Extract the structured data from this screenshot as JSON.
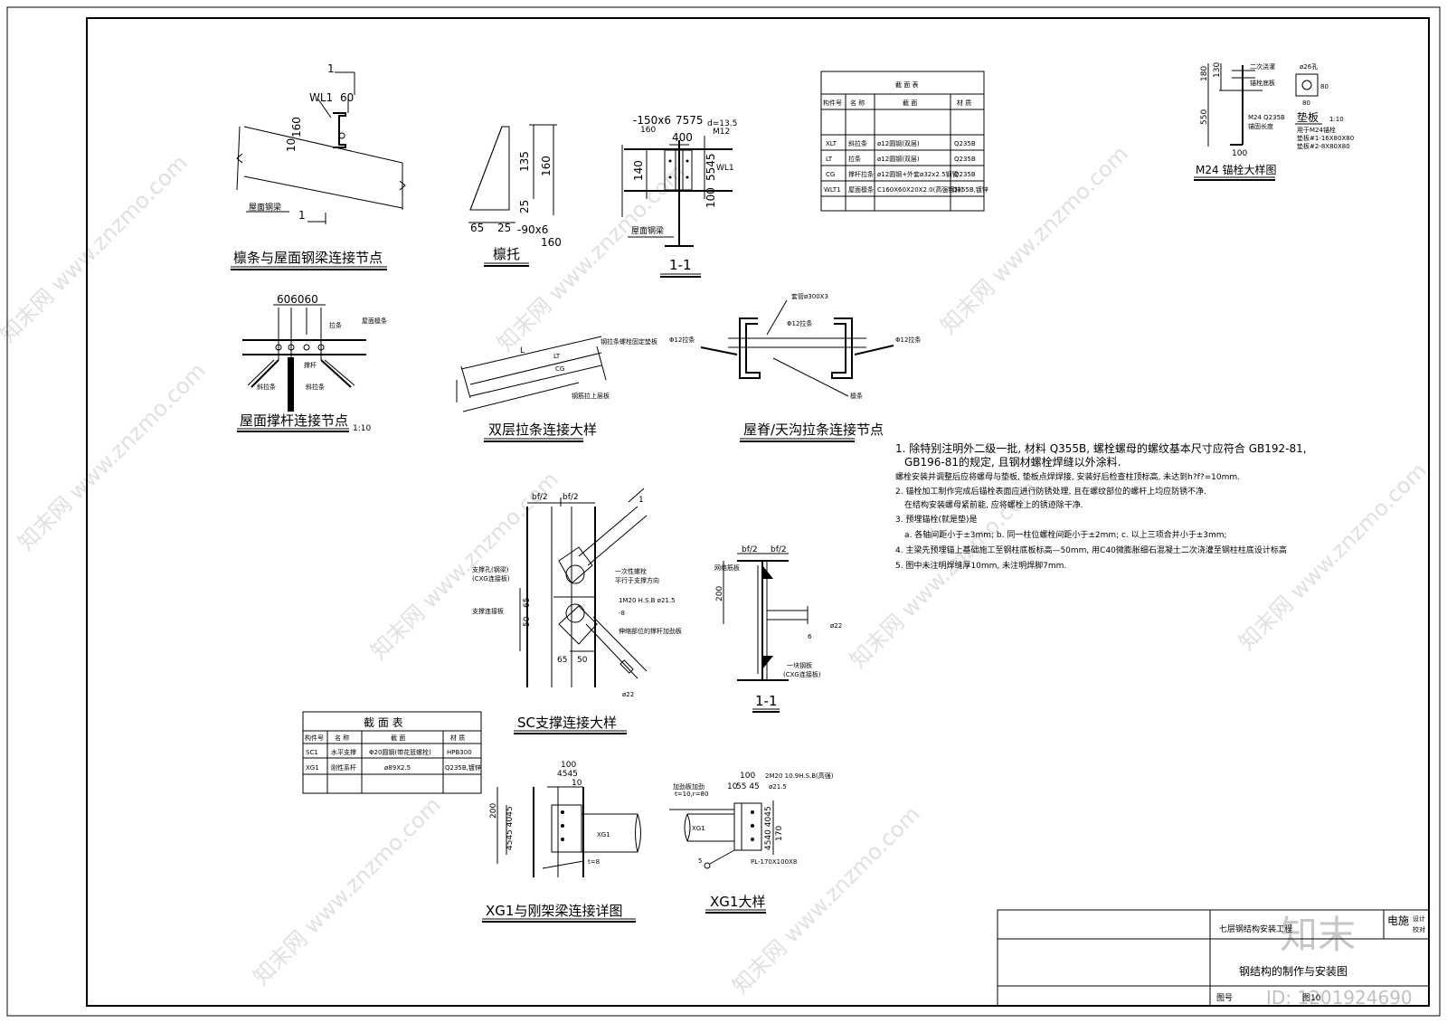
{
  "details": {
    "purlin_joint": {
      "title": "檩条与屋面钢梁连接节点",
      "sec_mark": "1",
      "wl": "WL1",
      "d60": "60",
      "d160": "160",
      "d10": "10",
      "beam": "屋面钢梁"
    },
    "purlin_support": {
      "title": "檩托",
      "d135": "135",
      "d160v": "160",
      "d25v": "25",
      "d65": "65",
      "d25h": "25",
      "plate": "-90x6",
      "d160h": "160"
    },
    "section_1_1": {
      "title": "1-1",
      "plate": "-150x6",
      "d7575": "7575",
      "d160": "160",
      "dia": "d=13.5",
      "d400": "400",
      "bolt": "M12",
      "d140": "140",
      "d5545": "5545",
      "d100": "100",
      "wl": "WL1",
      "beam": "屋面钢梁"
    },
    "brace_joint": {
      "title": "屋面撑杆连接节点",
      "scale": "1:10",
      "dims": "606060",
      "l1": "拉条",
      "l2": "屋面檩条",
      "l3": "撑杆",
      "l4": "斜拉条",
      "l5": "斜拉条"
    },
    "double_tie": {
      "title": "双层拉条连接大样",
      "l": "L",
      "lt": "LT",
      "cg": "CG",
      "note1": "钢拉条螺栓固定垫板",
      "note2": "钢筋拉上层板"
    },
    "ridge_tie": {
      "title": "屋脊/天沟拉条连接节点",
      "pipe": "套管ø300X3",
      "tie": "Φ12拉条",
      "left": "Φ12拉条",
      "right": "Φ12拉条",
      "purlin": "檩条"
    },
    "sc_brace": {
      "title": "SC支撑连接大样",
      "bf1": "bf/2",
      "bf2": "bf/2",
      "n1": "支撑孔(钢梁)",
      "n1b": "(CXG连接板)",
      "n2": "支撑连接板",
      "n3": "一次性螺栓",
      "n3b": "平行于支撑方向",
      "bolt": "1M20 H.S.B ø21.5",
      "plate": "-8",
      "n4": "伸缩部位的撑杆加劲板",
      "d50": "50",
      "d65v": "65",
      "d65": "65",
      "d50h": "50",
      "d22": "ø22",
      "idx": "1"
    },
    "section_1_1b": {
      "title": "1-1",
      "bf1": "bf/2",
      "bf2": "bf/2",
      "n1": "网络筋板",
      "d200": "200",
      "d22": "ø22",
      "d6": "6",
      "n2": "一块钢板",
      "n2b": "(CXG连接板)"
    },
    "xg1_joint": {
      "title": "XG1与刚架梁连接详图",
      "d100": "100",
      "d4545": "4545",
      "d10": "10",
      "d200": "200",
      "dv": "4545 4045",
      "xg": "XG1",
      "t": "t=8"
    },
    "xg1_detail": {
      "title": "XG1大样",
      "d100": "100",
      "d10": "10",
      "d5545": "55 45",
      "bolt": "2M20 10.9H.S.B(高强)",
      "d215": "ø21.5",
      "plate_top": "加劲板加劲",
      "t": "t=10,r=80",
      "xg": "XG1",
      "d170": "170",
      "dv": "4540 4045",
      "pl": "PL-170X100X8",
      "five": "5"
    }
  },
  "section_table_top": {
    "title": "截 面 表",
    "headers": [
      "构件号",
      "名 称",
      "截 面",
      "材 质"
    ],
    "rows": [
      [
        "XLT",
        "斜拉条",
        "ø12圆钢(双层)",
        "Q235B"
      ],
      [
        "LT",
        "拉条",
        "ø12圆钢(双层)",
        "Q235B"
      ],
      [
        "CG",
        "撑杆拉条",
        "ø12圆钢+外套ø32x2.5钢管",
        "Q235B"
      ],
      [
        "WLT1",
        "屋面檩条",
        "C160X60X20X2.0(高强镀锌)",
        "Q355B,镀锌"
      ]
    ]
  },
  "section_table_bottom": {
    "title": "截 面 表",
    "headers": [
      "构件号",
      "名 称",
      "截 面",
      "材 质"
    ],
    "rows": [
      [
        "SC1",
        "水平支撑",
        "Φ20圆钢(带花篮螺栓)",
        "HPB300"
      ],
      [
        "XG1",
        "刚性系杆",
        "ø89X2.5",
        "Q235B,镀锌"
      ]
    ]
  },
  "anchor": {
    "title": "M24 锚栓大样图",
    "plate_title": "垫板",
    "scale": "1:10",
    "d180": "180",
    "d130": "130",
    "d550": "550",
    "d100": "100",
    "bolt": "M24 Q235B",
    "n1": "二次浇灌",
    "n2": "锚栓底板",
    "n3": "锚固长度",
    "p1": "ø26孔",
    "p2": "80",
    "p3": "80",
    "n4": "用于M24锚栓",
    "n5": "垫板#1-16X80X80",
    "n6": "垫板#2-8X80X80"
  },
  "notes": [
    "1. 除特别注明外二级一批, 材料 Q355B, 螺栓螺母的螺纹基本尺寸应符合 GB192-81,",
    "GB196-81的规定, 且钢材螺栓焊缝以外涂料.",
    "螺栓安装并调整后应将螺母与垫板, 垫板点焊焊接, 安装好后检查柱顶标高, 未达到h?f?=10mm.",
    "2. 锚栓加工制作完成后锚栓表面应进行防锈处理, 且在螺纹部位的螺杆上均应防锈不净.",
    "在结构安装螺母紧前能, 应将螺栓上的锈迹除干净.",
    "3. 预埋锚栓(就是垫)是",
    "a. 各轴间距小于±3mm;  b. 同一柱位螺栓间距小于±2mm; c. 以上三项合并小于±3mm;",
    "4. 主梁先预埋锚上基础施工至钢柱底板标高—50mm, 用C40微膨胀细石混凝土二次浇灌至钢柱柱底设计标高",
    "5. 图中未注明焊缝厚10mm, 未注明焊脚7mm."
  ],
  "title_block": {
    "project": "七层钢结构安装工程",
    "drawing": "钢结构的制作与安装图",
    "discipline": "电施",
    "check": "设计",
    "check2": "校对",
    "sheet_label": "图号",
    "page_label": "图10",
    "logo": "知末",
    "id": "ID: 1201924690"
  },
  "watermark": "知末网 www.znzmo.com"
}
